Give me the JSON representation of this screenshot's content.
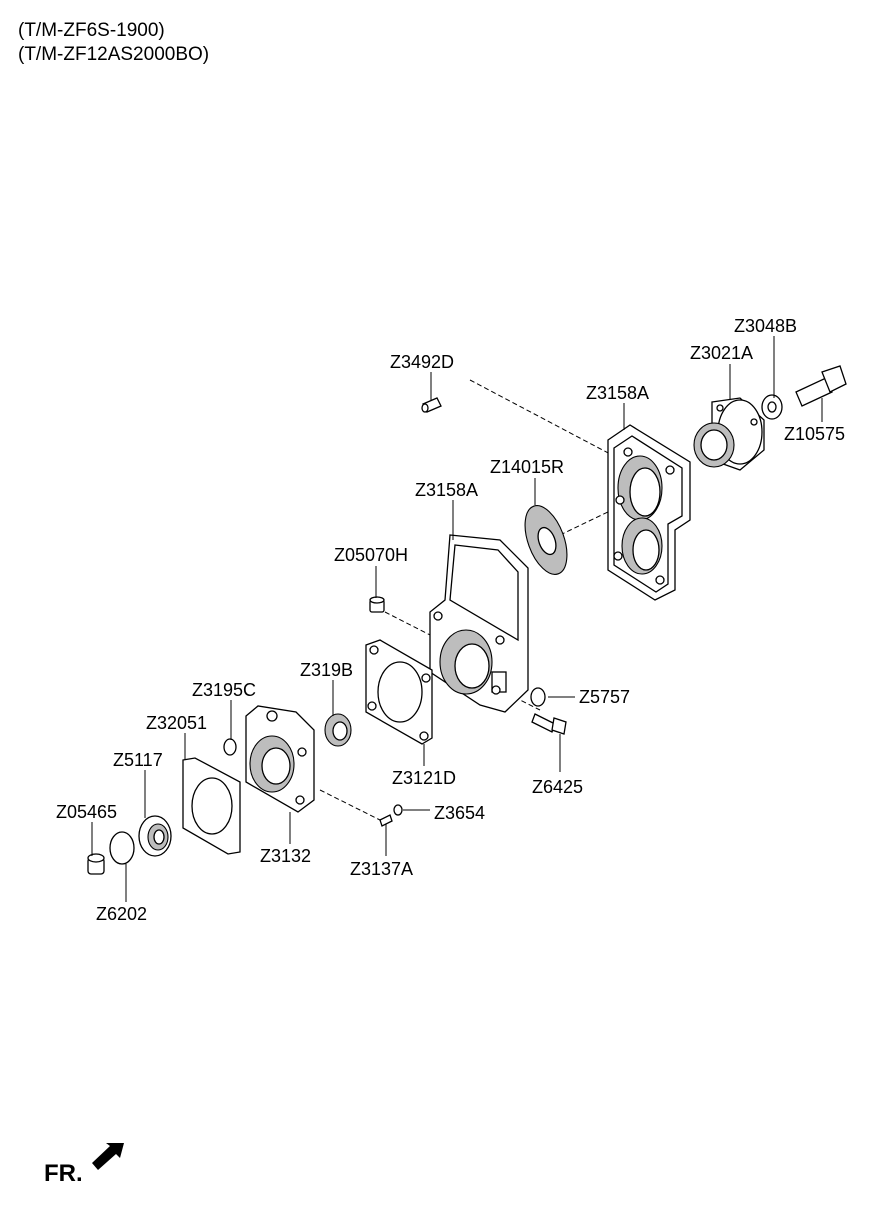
{
  "header": {
    "line1": "(T/M-ZF6S-1900)",
    "line2": "(T/M-ZF12AS2000BO)"
  },
  "orientation": {
    "text": "FR."
  },
  "parts": {
    "z3048b": "Z3048B",
    "z3021a": "Z3021A",
    "z3492d": "Z3492D",
    "z3158a_top": "Z3158A",
    "z10575": "Z10575",
    "z14015r": "Z14015R",
    "z3158a_mid": "Z3158A",
    "z05070h": "Z05070H",
    "z319b": "Z319B",
    "z3195c": "Z3195C",
    "z5757": "Z5757",
    "z32051": "Z32051",
    "z5117": "Z5117",
    "z3121d": "Z3121D",
    "z6425": "Z6425",
    "z05465": "Z05465",
    "z3654": "Z3654",
    "z3132": "Z3132",
    "z3137a": "Z3137A",
    "z6202": "Z6202"
  }
}
